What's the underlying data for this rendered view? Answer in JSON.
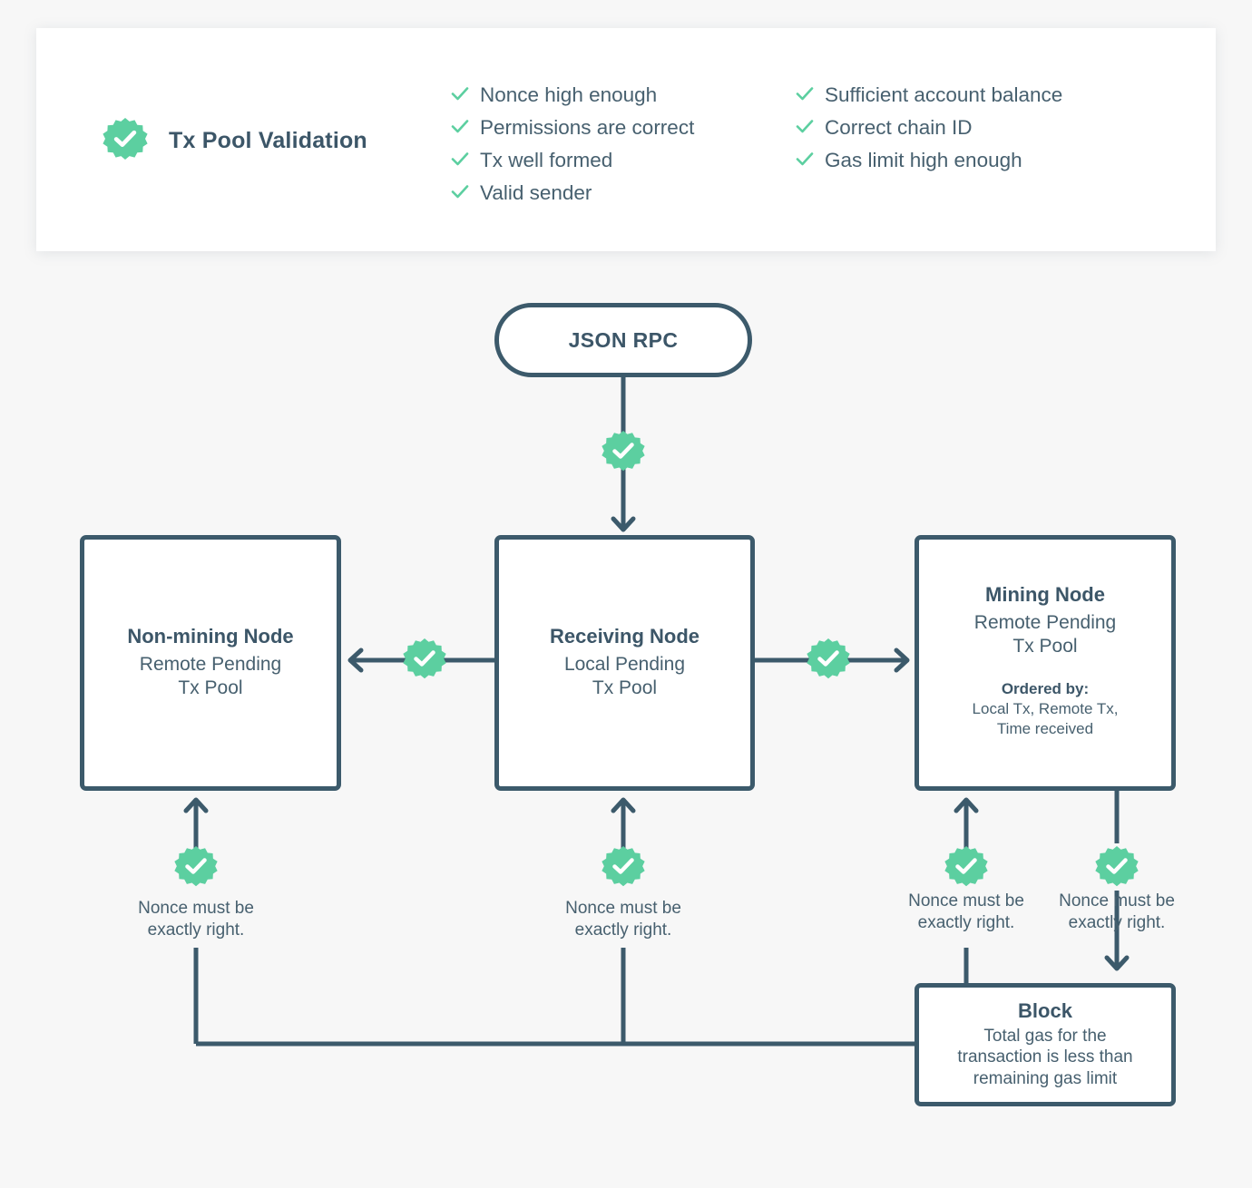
{
  "page": {
    "background_color": "#f7f7f7",
    "accent_green": "#5ccfa0",
    "ink": "#3c5a6b",
    "body_text": "#47606f"
  },
  "validation_card": {
    "badge_icon": "check-seal-icon",
    "title": "Tx Pool Validation",
    "columns": [
      {
        "items": [
          "Nonce high enough",
          "Permissions are correct",
          "Tx well formed",
          "Valid sender"
        ]
      },
      {
        "items": [
          "Sufficient account balance",
          "Correct chain ID",
          "Gas limit high enough"
        ]
      }
    ]
  },
  "nodes": {
    "json_rpc": {
      "title": "JSON RPC"
    },
    "non_mining": {
      "title": "Non-mining Node",
      "subtitle": "Remote Pending\nTx Pool"
    },
    "receiving": {
      "title": "Receiving Node",
      "subtitle": "Local Pending\nTx Pool"
    },
    "mining": {
      "title": "Mining Node",
      "subtitle": "Remote Pending\nTx Pool",
      "ordered_label": "Ordered by:",
      "ordered_value": "Local Tx, Remote Tx,\nTime received"
    },
    "block": {
      "title": "Block",
      "subtitle": "Total gas for the\ntransaction is less than\nremaining gas limit"
    }
  },
  "captions": {
    "nonce_note": "Nonce must be\nexactly right."
  },
  "edge_badges": [
    {
      "name": "badge-json-rpc-to-receiving"
    },
    {
      "name": "badge-receiving-to-non-mining"
    },
    {
      "name": "badge-receiving-to-mining"
    },
    {
      "name": "badge-block-to-non-mining"
    },
    {
      "name": "badge-block-to-receiving"
    },
    {
      "name": "badge-block-to-mining"
    },
    {
      "name": "badge-mining-to-block"
    }
  ]
}
